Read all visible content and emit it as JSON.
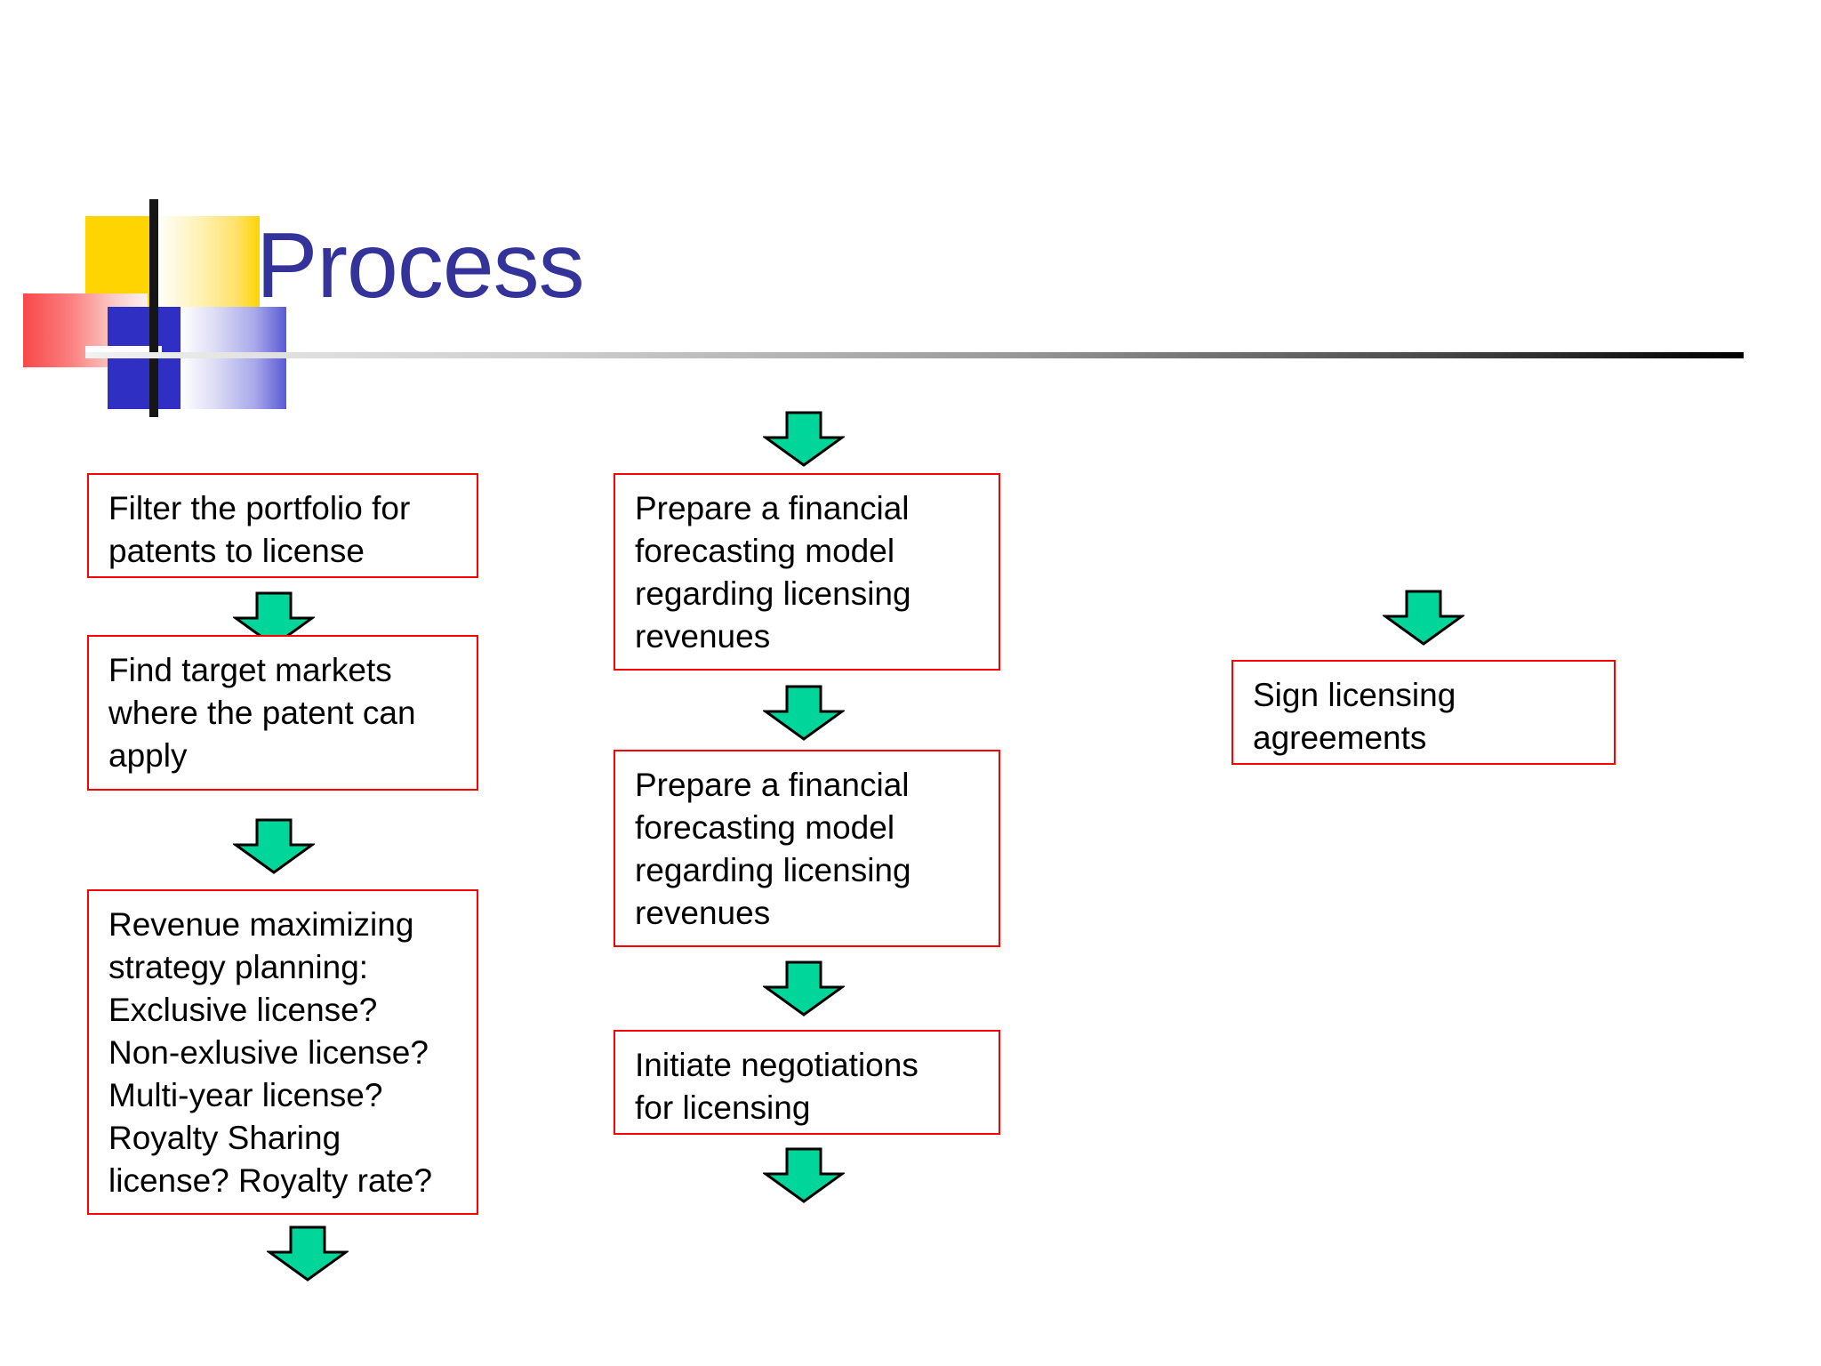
{
  "slide": {
    "title": "Process",
    "background_color": "#FFFFFF",
    "title_color": "#333399",
    "box_border_color": "#FF0000",
    "arrow_fill_color": "#00D69A",
    "arrow_outline_color": "#000000"
  },
  "logo": {
    "yellow_color": "#FFD400",
    "red_color": "#F8484A",
    "blue_color": "#2F2FC4",
    "line_color": "#161616"
  },
  "flow": {
    "column1": [
      {
        "text": "Filter the portfolio for\npatents to license"
      },
      {
        "text": "Find target markets\nwhere the patent can\napply"
      },
      {
        "text": "Revenue maximizing\nstrategy planning:\nExclusive license?\nNon-exlusive license?\nMulti-year license?\nRoyalty Sharing\nlicense? Royalty rate?"
      }
    ],
    "column2": [
      {
        "text": "Prepare a financial\nforecasting model\nregarding licensing\nrevenues"
      },
      {
        "text": "Prepare a financial\nforecasting model\nregarding licensing\nrevenues"
      },
      {
        "text": "Initiate negotiations\nfor licensing"
      }
    ],
    "column3": [
      {
        "text": "Sign licensing\nagreements"
      }
    ]
  }
}
